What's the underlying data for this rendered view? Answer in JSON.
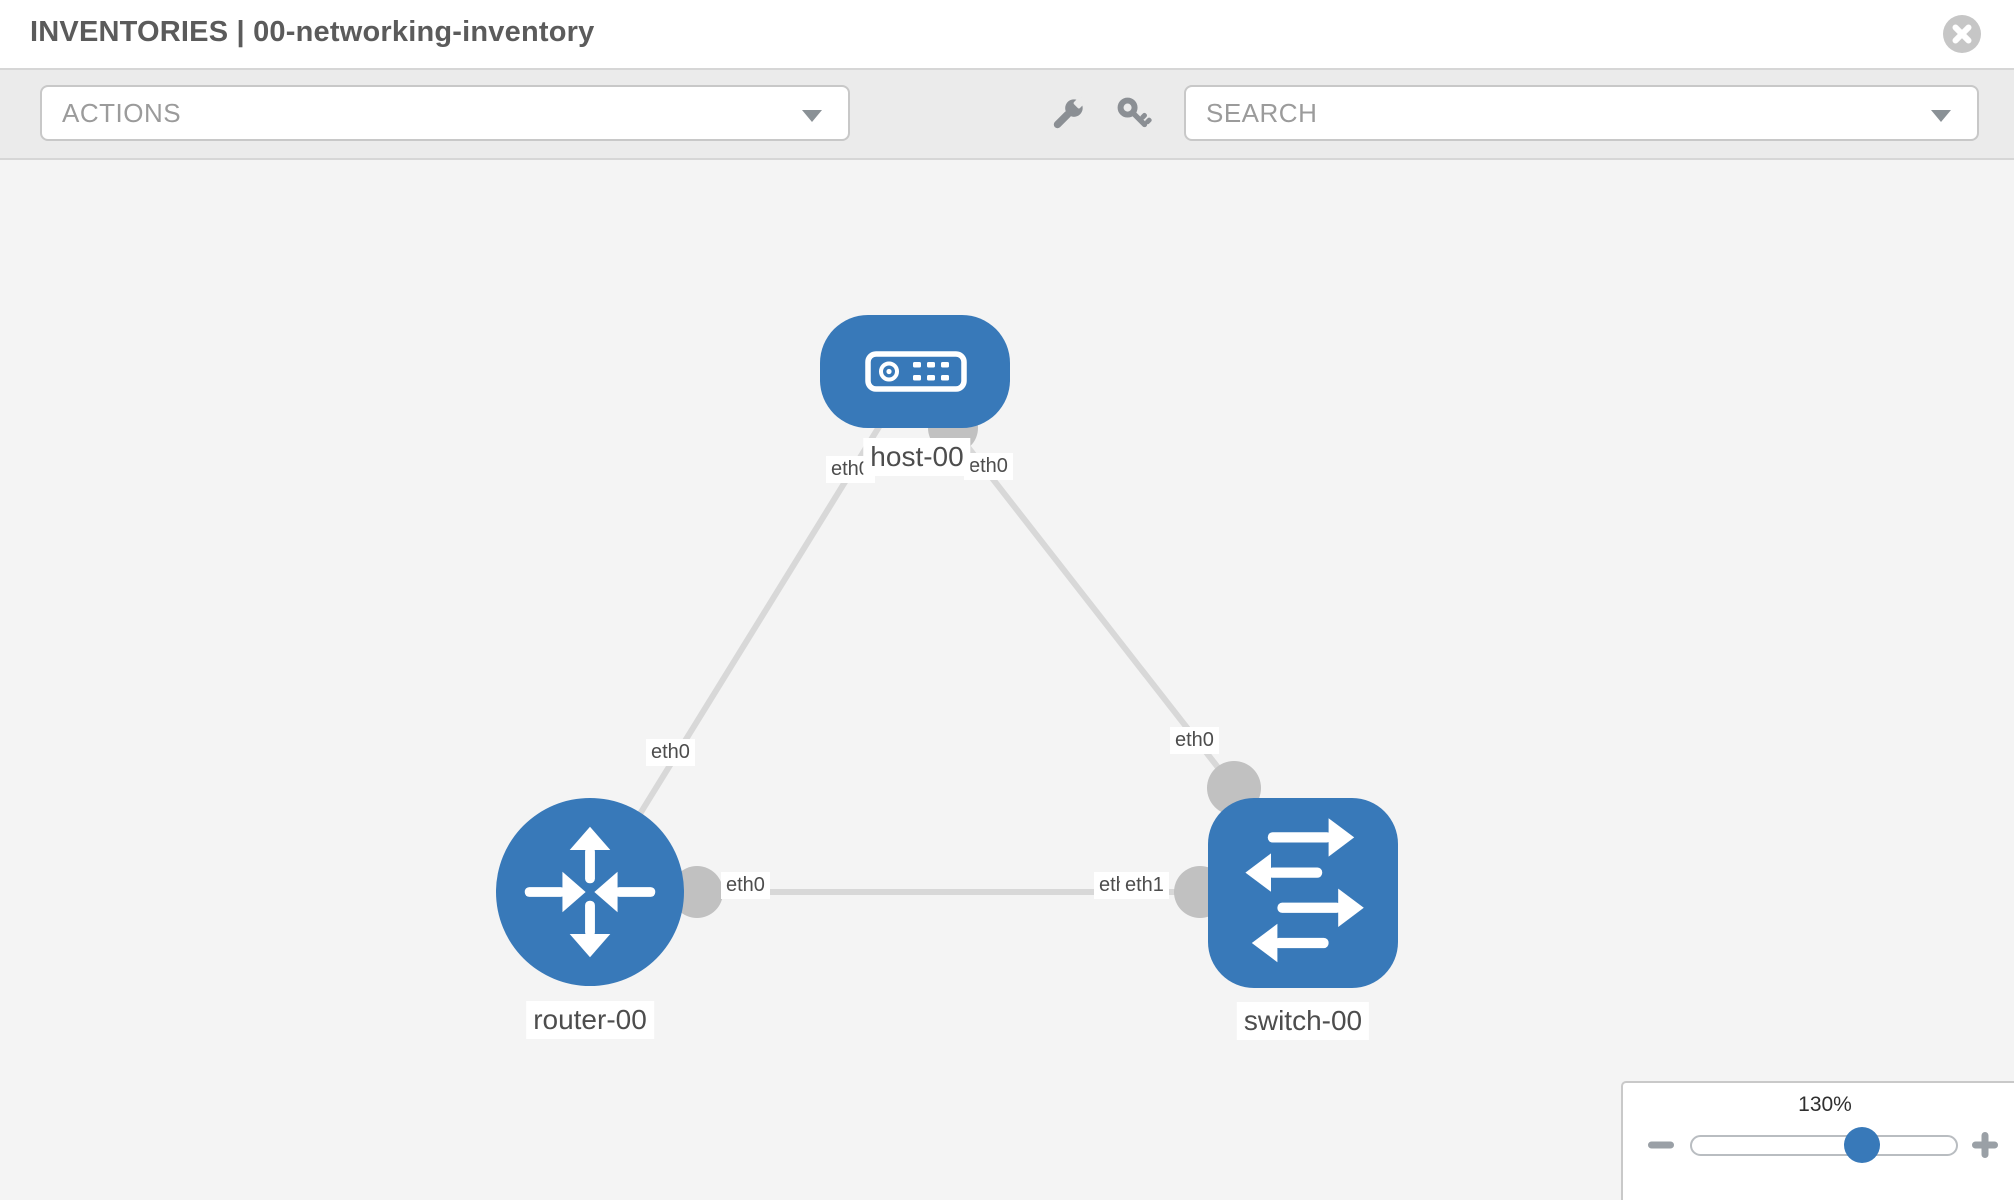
{
  "header": {
    "title": "INVENTORIES | 00-networking-inventory"
  },
  "toolbar": {
    "actions_label": "ACTIONS",
    "search_label": "SEARCH"
  },
  "topology": {
    "nodes": [
      {
        "id": "host-00",
        "type": "host",
        "label": "host-00"
      },
      {
        "id": "router-00",
        "type": "router",
        "label": "router-00"
      },
      {
        "id": "switch-00",
        "type": "switch",
        "label": "switch-00"
      }
    ],
    "links": [
      {
        "from": "router-00",
        "from_interface": "eth0",
        "to": "host-00",
        "to_interface": "eth0"
      },
      {
        "from": "host-00",
        "from_interface": "eth0",
        "to": "switch-00",
        "to_interface": "eth0"
      },
      {
        "from": "router-00",
        "from_interface": "eth0",
        "to": "switch-00",
        "to_interface": "eth1"
      }
    ],
    "interface_labels": [
      {
        "text": "eth0",
        "link": "host-router",
        "end": "host"
      },
      {
        "text": "eth0",
        "link": "host-switch",
        "end": "host"
      },
      {
        "text": "eth0",
        "link": "host-router",
        "end": "router"
      },
      {
        "text": "eth0",
        "link": "host-switch",
        "end": "switch"
      },
      {
        "text": "eth0",
        "link": "router-switch",
        "end": "router"
      },
      {
        "text": "eth0",
        "link": "router-switch",
        "end": "switch-under"
      },
      {
        "text": "eth1",
        "link": "router-switch",
        "end": "switch"
      }
    ]
  },
  "zoom_control": {
    "level": "130%"
  },
  "colors": {
    "node_blue": "#3879b9",
    "link_gray": "#d8d8d8",
    "connector_gray": "#c1c1c1",
    "toolbar_bg": "#ebebeb",
    "canvas_bg": "#f4f4f4",
    "icon_gray": "#8b8f94",
    "label_text": "#4d4d4d"
  }
}
